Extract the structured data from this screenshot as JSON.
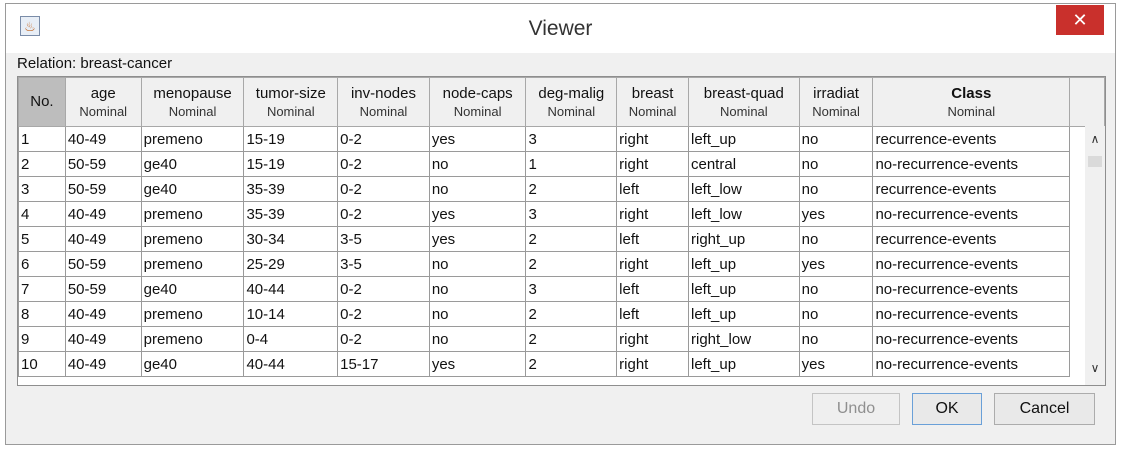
{
  "window": {
    "title": "Viewer",
    "app_icon": "java-cup-icon",
    "close_glyph": "✕"
  },
  "relation_label": "Relation: breast-cancer",
  "table": {
    "columns": [
      {
        "name": "No.",
        "type": ""
      },
      {
        "name": "age",
        "type": "Nominal"
      },
      {
        "name": "menopause",
        "type": "Nominal"
      },
      {
        "name": "tumor-size",
        "type": "Nominal"
      },
      {
        "name": "inv-nodes",
        "type": "Nominal"
      },
      {
        "name": "node-caps",
        "type": "Nominal"
      },
      {
        "name": "deg-malig",
        "type": "Nominal"
      },
      {
        "name": "breast",
        "type": "Nominal"
      },
      {
        "name": "breast-quad",
        "type": "Nominal"
      },
      {
        "name": "irradiat",
        "type": "Nominal"
      },
      {
        "name": "Class",
        "type": "Nominal"
      }
    ],
    "rows": [
      [
        "1",
        "40-49",
        "premeno",
        "15-19",
        "0-2",
        "yes",
        "3",
        "right",
        "left_up",
        "no",
        "recurrence-events"
      ],
      [
        "2",
        "50-59",
        "ge40",
        "15-19",
        "0-2",
        "no",
        "1",
        "right",
        "central",
        "no",
        "no-recurrence-events"
      ],
      [
        "3",
        "50-59",
        "ge40",
        "35-39",
        "0-2",
        "no",
        "2",
        "left",
        "left_low",
        "no",
        "recurrence-events"
      ],
      [
        "4",
        "40-49",
        "premeno",
        "35-39",
        "0-2",
        "yes",
        "3",
        "right",
        "left_low",
        "yes",
        "no-recurrence-events"
      ],
      [
        "5",
        "40-49",
        "premeno",
        "30-34",
        "3-5",
        "yes",
        "2",
        "left",
        "right_up",
        "no",
        "recurrence-events"
      ],
      [
        "6",
        "50-59",
        "premeno",
        "25-29",
        "3-5",
        "no",
        "2",
        "right",
        "left_up",
        "yes",
        "no-recurrence-events"
      ],
      [
        "7",
        "50-59",
        "ge40",
        "40-44",
        "0-2",
        "no",
        "3",
        "left",
        "left_up",
        "no",
        "no-recurrence-events"
      ],
      [
        "8",
        "40-49",
        "premeno",
        "10-14",
        "0-2",
        "no",
        "2",
        "left",
        "left_up",
        "no",
        "no-recurrence-events"
      ],
      [
        "9",
        "40-49",
        "premeno",
        "0-4",
        "0-2",
        "no",
        "2",
        "right",
        "right_low",
        "no",
        "no-recurrence-events"
      ],
      [
        "10",
        "40-49",
        "ge40",
        "40-44",
        "15-17",
        "yes",
        "2",
        "right",
        "left_up",
        "yes",
        "no-recurrence-events"
      ]
    ]
  },
  "scrollbar": {
    "up_icon": "chevron-up-icon",
    "down_icon": "chevron-down-icon",
    "up_glyph": "∧",
    "down_glyph": "∨"
  },
  "buttons": {
    "undo": "Undo",
    "ok": "OK",
    "cancel": "Cancel"
  },
  "colors": {
    "close_bg": "#c9302c",
    "selected_header_bg": "#bdbdbd"
  }
}
